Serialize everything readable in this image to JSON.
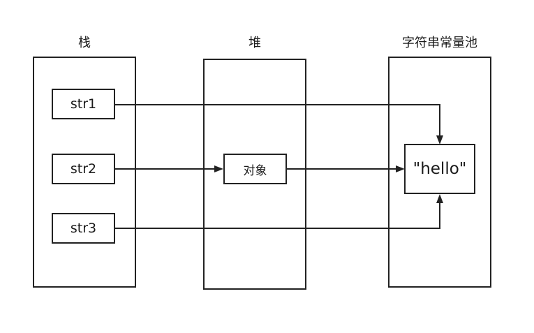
{
  "columns": {
    "stack": {
      "title": "栈"
    },
    "heap": {
      "title": "堆"
    },
    "pool": {
      "title": "字符串常量池"
    }
  },
  "nodes": {
    "str1": "str1",
    "str2": "str2",
    "str3": "str3",
    "object": "对象",
    "literal": "\"hello\""
  },
  "edges": [
    {
      "from": "str1",
      "to": "literal"
    },
    {
      "from": "str2",
      "to": "object"
    },
    {
      "from": "object",
      "to": "literal"
    },
    {
      "from": "str3",
      "to": "literal"
    }
  ],
  "colors": {
    "stroke": "#222222",
    "text": "#1a1a1a",
    "background": "#ffffff"
  }
}
